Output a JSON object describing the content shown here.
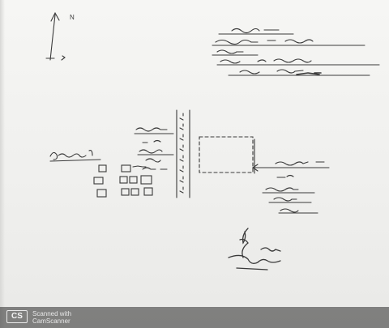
{
  "watermark": {
    "logo": "CS",
    "line1": "Scanned with",
    "line2": "CamScanner"
  },
  "sketch": {
    "ink_color": "#3a3a3a",
    "north_letter": "N"
  }
}
